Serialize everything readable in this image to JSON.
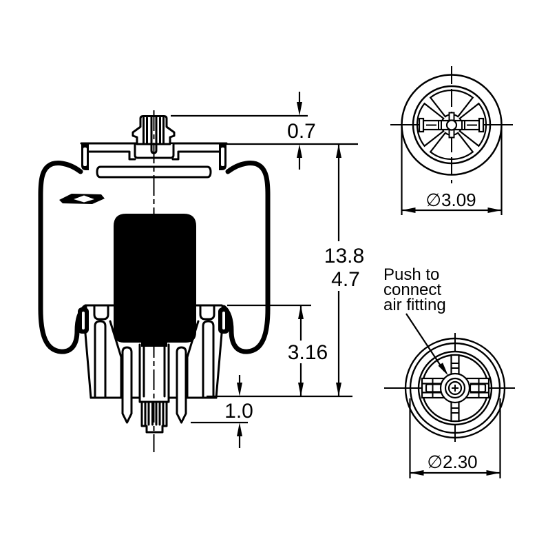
{
  "drawing": {
    "type": "air-spring-technical-drawing",
    "line_color": "#000000",
    "background_color": "#ffffff",
    "side_view": {
      "stud_height": "0.7",
      "overall_height_extended": "13.8",
      "overall_height_compressed": "4.7",
      "piston_to_mount_height": "3.16",
      "lower_stud_protrusion": "1.0"
    },
    "top_view": {
      "diameter": "∅3.09"
    },
    "bottom_view": {
      "diameter": "∅2.30",
      "note_line1": "Push to",
      "note_line2": "connect",
      "note_line3": "air fitting"
    }
  }
}
